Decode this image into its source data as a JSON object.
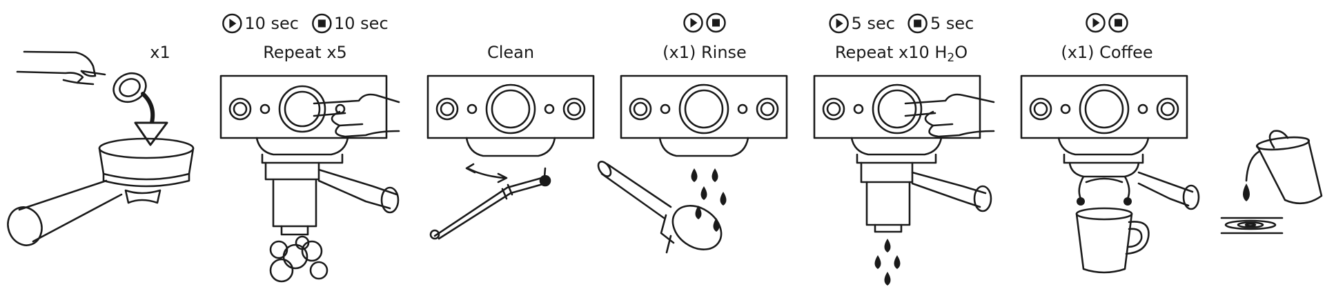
{
  "steps": {
    "s1": {
      "label": "x1"
    },
    "s2": {
      "label": "Repeat x5",
      "play_time": "10 sec",
      "stop_time": "10 sec"
    },
    "s3": {
      "label": "Clean"
    },
    "s4": {
      "label": "(x1) Rinse"
    },
    "s5": {
      "label_main": "Repeat x10 H",
      "label_sub": "2",
      "label_end": "O",
      "play_time": "5 sec",
      "stop_time": "5 sec"
    },
    "s6": {
      "label": "(x1) Coffee"
    }
  },
  "icons": {
    "play": "play-circle-icon",
    "stop": "stop-circle-icon"
  },
  "colors": {
    "ink": "#1a1a1a",
    "background": "#ffffff"
  }
}
